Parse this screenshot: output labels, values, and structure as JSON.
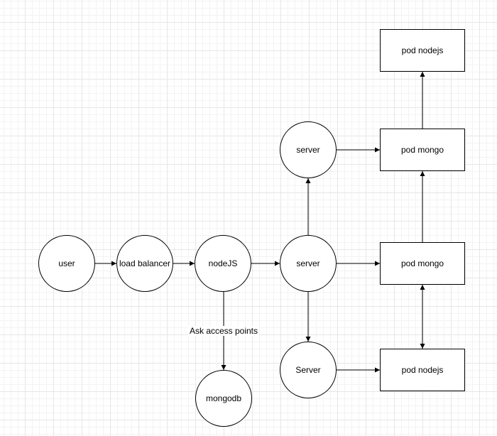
{
  "nodes": {
    "user": "user",
    "load_balancer": "load balancer",
    "nodejs": "nodeJS",
    "mongodb": "mongodb",
    "server_top": "server",
    "server_mid": "server",
    "server_bottom": "Server",
    "pod_nodejs_top": "pod nodejs",
    "pod_mongo_upper": "pod mongo",
    "pod_mongo_lower": "pod mongo",
    "pod_nodejs_bottom": "pod nodejs"
  },
  "edge_labels": {
    "nodejs_to_mongodb": "Ask access points"
  },
  "edges": [
    {
      "from": "user",
      "to": "load_balancer"
    },
    {
      "from": "load_balancer",
      "to": "nodejs"
    },
    {
      "from": "nodejs",
      "to": "server_mid"
    },
    {
      "from": "nodejs",
      "to": "mongodb",
      "label": "Ask access points"
    },
    {
      "from": "server_mid",
      "to": "server_top"
    },
    {
      "from": "server_mid",
      "to": "server_bottom"
    },
    {
      "from": "server_mid",
      "to": "pod_mongo_lower"
    },
    {
      "from": "server_top",
      "to": "pod_mongo_upper"
    },
    {
      "from": "server_bottom",
      "to": "pod_nodejs_bottom"
    },
    {
      "from": "pod_mongo_lower",
      "to": "pod_mongo_upper"
    },
    {
      "from": "pod_mongo_upper",
      "to": "pod_nodejs_top"
    },
    {
      "from": "pod_mongo_lower",
      "to": "pod_nodejs_bottom",
      "bidirectional": true
    }
  ]
}
